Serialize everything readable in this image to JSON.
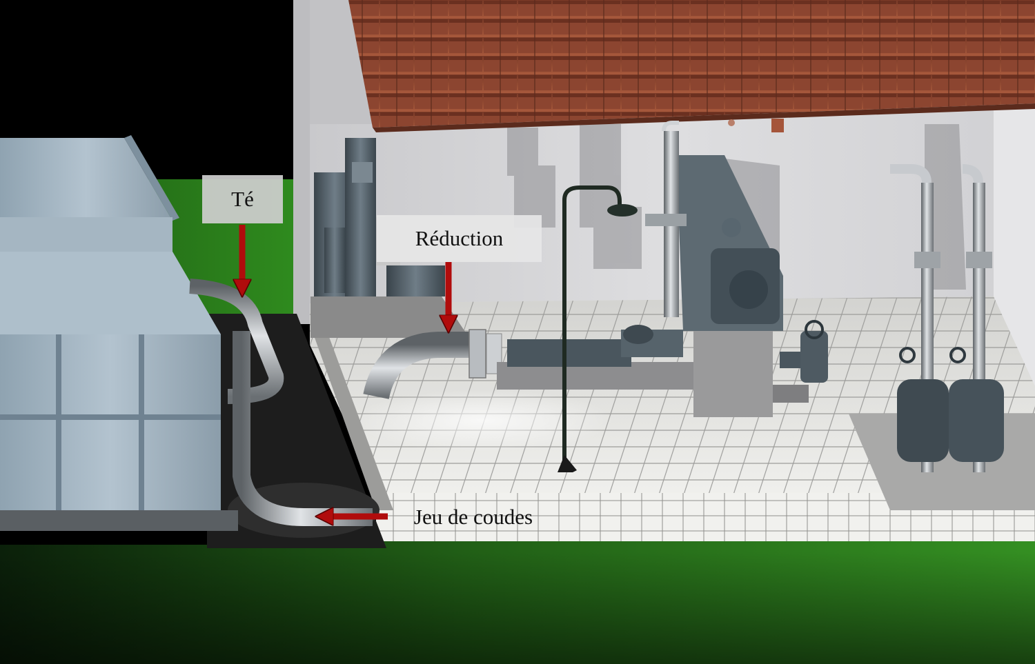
{
  "labels": {
    "te": "Té",
    "reduction": "Réduction",
    "jeu_de_coudes": "Jeu de coudes"
  },
  "colors": {
    "arrow": "#b00c0c",
    "grass": "#2f8a1c",
    "roof_tile": "#9a4f36",
    "wall": "#d9d9db",
    "floor_tile": "#e9e9e6",
    "container": "#9fb2c0",
    "pipe": "#b4b8bc",
    "machine": "#4b5861"
  }
}
